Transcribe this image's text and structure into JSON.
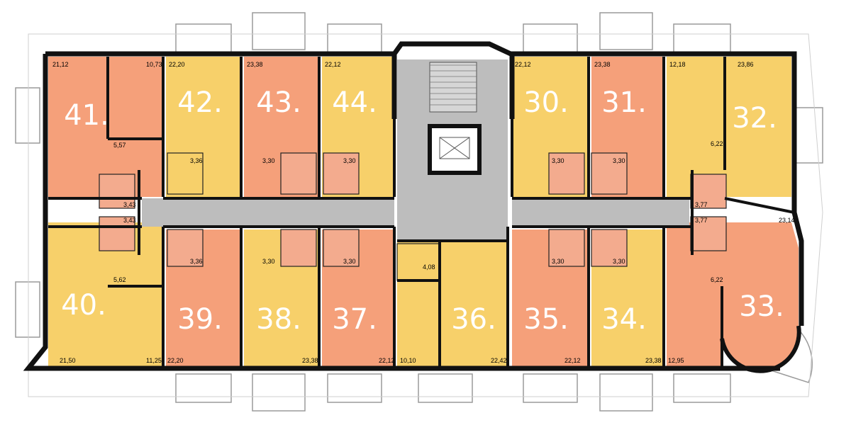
{
  "colors": {
    "apartment_red": "#F5A07A",
    "apartment_yellow": "#F7D06A",
    "wet_room": "#F3AB8E",
    "corridor": "#BDBDBD",
    "wall": "#111111",
    "balcony": "#FFFFFF",
    "background": "#FFFFFF"
  },
  "apartments": [
    {
      "number": "41.",
      "color": "red"
    },
    {
      "number": "42.",
      "color": "yellow"
    },
    {
      "number": "43.",
      "color": "red"
    },
    {
      "number": "44.",
      "color": "yellow"
    },
    {
      "number": "30.",
      "color": "yellow"
    },
    {
      "number": "31.",
      "color": "red"
    },
    {
      "number": "32.",
      "color": "yellow"
    },
    {
      "number": "40.",
      "color": "yellow"
    },
    {
      "number": "39.",
      "color": "red"
    },
    {
      "number": "38.",
      "color": "yellow"
    },
    {
      "number": "37.",
      "color": "red"
    },
    {
      "number": "36.",
      "color": "yellow"
    },
    {
      "number": "35.",
      "color": "red"
    },
    {
      "number": "34.",
      "color": "yellow"
    },
    {
      "number": "33.",
      "color": "red"
    }
  ],
  "room_areas": [
    "21,12",
    "10,73",
    "22,20",
    "23,38",
    "22,12",
    "22,12",
    "23,38",
    "12,18",
    "23,86",
    "5,57",
    "3,36",
    "3,30",
    "3,30",
    "3,30",
    "3,30",
    "6,22",
    "3,43",
    "3,43",
    "3,77",
    "3,77",
    "23,14",
    "3,36",
    "3,30",
    "3,30",
    "4,08",
    "3,30",
    "3,30",
    "5,62",
    "6,22",
    "21,50",
    "11,25",
    "22,20",
    "23,38",
    "22,12",
    "10,10",
    "22,42",
    "22,12",
    "23,38",
    "12,95"
  ]
}
